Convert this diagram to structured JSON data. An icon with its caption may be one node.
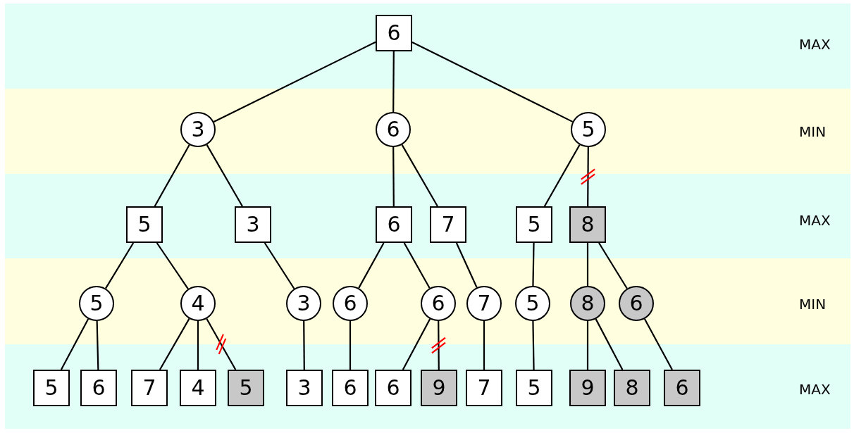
{
  "diagram": {
    "nodes": [
      {
        "text": [
          "6"
        ]
      },
      {
        "text": [
          "3"
        ]
      },
      {
        "text": [
          "6"
        ]
      },
      {
        "text": [
          "5"
        ]
      },
      {
        "text": [
          "5"
        ]
      },
      {
        "text": [
          "3"
        ]
      },
      {
        "text": [
          "6"
        ]
      },
      {
        "text": [
          "7"
        ]
      },
      {
        "text": [
          "5"
        ]
      },
      {
        "text": [
          "8"
        ]
      },
      {
        "text": [
          "5"
        ]
      },
      {
        "text": [
          "4"
        ]
      },
      {
        "text": [
          "3"
        ]
      },
      {
        "text": [
          "6"
        ]
      },
      {
        "text": [
          "6"
        ]
      },
      {
        "text": [
          "7"
        ]
      },
      {
        "text": [
          "5"
        ]
      },
      {
        "text": [
          "8"
        ]
      },
      {
        "text": [
          "6"
        ]
      },
      {
        "text": [
          "5"
        ]
      },
      {
        "text": [
          "6"
        ]
      },
      {
        "text": [
          "7"
        ]
      },
      {
        "text": [
          "4"
        ]
      },
      {
        "text": [
          "5"
        ]
      },
      {
        "text": [
          "3"
        ]
      },
      {
        "text": [
          "6"
        ]
      },
      {
        "text": [
          "6"
        ]
      },
      {
        "text": [
          "9"
        ]
      },
      {
        "text": [
          "7"
        ]
      },
      {
        "text": [
          "5"
        ]
      },
      {
        "text": [
          "9"
        ]
      },
      {
        "text": [
          "8"
        ]
      },
      {
        "text": [
          "6"
        ]
      }
    ],
    "edges": [
      {
        "from": 0,
        "to": 1,
        "arrow": "none"
      },
      {
        "from": 0,
        "to": 2,
        "arrow": "none"
      },
      {
        "from": 0,
        "to": 3,
        "arrow": "none"
      },
      {
        "from": 1,
        "to": 4,
        "arrow": "none"
      },
      {
        "from": 1,
        "to": 5,
        "arrow": "none"
      },
      {
        "from": 2,
        "to": 6,
        "arrow": "none"
      },
      {
        "from": 2,
        "to": 7,
        "arrow": "none"
      },
      {
        "from": 3,
        "to": 8,
        "arrow": "none"
      },
      {
        "from": 3,
        "to": 9,
        "arrow": "none"
      },
      {
        "from": 4,
        "to": 10,
        "arrow": "none"
      },
      {
        "from": 4,
        "to": 11,
        "arrow": "none"
      },
      {
        "from": 5,
        "to": 12,
        "arrow": "none"
      },
      {
        "from": 6,
        "to": 13,
        "arrow": "none"
      },
      {
        "from": 6,
        "to": 14,
        "arrow": "none"
      },
      {
        "from": 7,
        "to": 15,
        "arrow": "none"
      },
      {
        "from": 8,
        "to": 16,
        "arrow": "none"
      },
      {
        "from": 9,
        "to": 17,
        "arrow": "none"
      },
      {
        "from": 9,
        "to": 18,
        "arrow": "none"
      },
      {
        "from": 10,
        "to": 19,
        "arrow": "none"
      },
      {
        "from": 10,
        "to": 20,
        "arrow": "none"
      },
      {
        "from": 11,
        "to": 21,
        "arrow": "none"
      },
      {
        "from": 11,
        "to": 22,
        "arrow": "none"
      },
      {
        "from": 11,
        "to": 23,
        "arrow": "none"
      },
      {
        "from": 12,
        "to": 24,
        "arrow": "none"
      },
      {
        "from": 13,
        "to": 25,
        "arrow": "none"
      },
      {
        "from": 14,
        "to": 26,
        "arrow": "none"
      },
      {
        "from": 14,
        "to": 27,
        "arrow": "none"
      },
      {
        "from": 15,
        "to": 28,
        "arrow": "none"
      },
      {
        "from": 16,
        "to": 29,
        "arrow": "none"
      },
      {
        "from": 17,
        "to": 30,
        "arrow": "none"
      },
      {
        "from": 17,
        "to": 31,
        "arrow": "none"
      },
      {
        "from": 18,
        "to": 32,
        "arrow": "none"
      }
    ],
    "labels": [
      "MAX",
      "MIN",
      "MAX",
      "MIN",
      "MAX"
    ]
  }
}
